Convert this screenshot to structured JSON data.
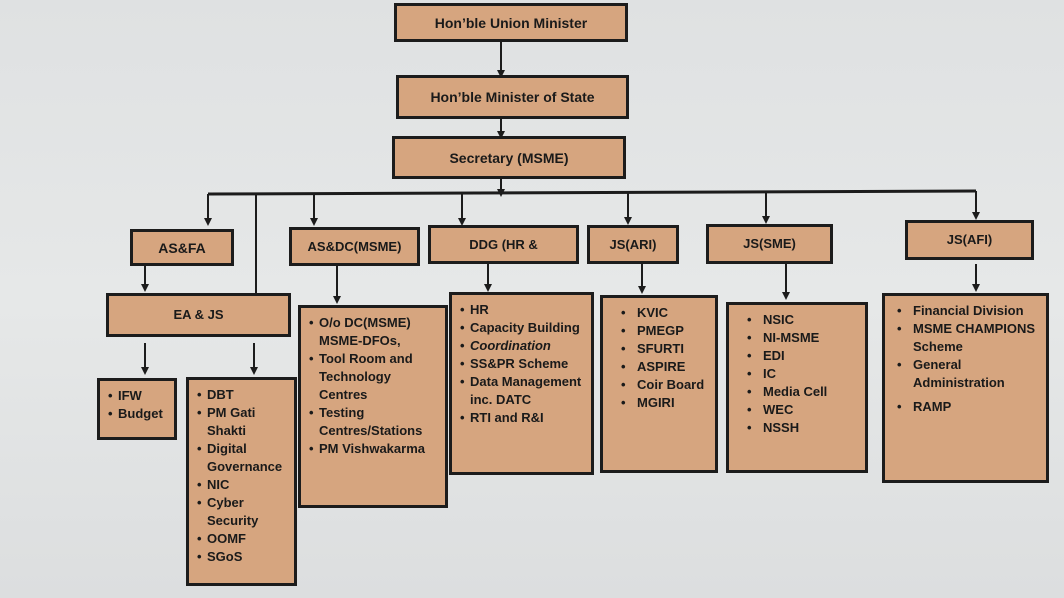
{
  "top": {
    "minister": "Hon’ble Union Minister",
    "mos": "Hon’ble Minister of State",
    "secretary": "Secretary (MSME)"
  },
  "divisions": {
    "asfa": "AS&FA",
    "ea_js": "EA & JS",
    "asdc": "AS&DC(MSME)",
    "ddg": "DDG (HR &",
    "js_ari": "JS(ARI)",
    "js_sme": "JS(SME)",
    "js_afi": "JS(AFI)"
  },
  "lists": {
    "ifw_budget": [
      "IFW",
      "Budget"
    ],
    "dbt": [
      "DBT",
      "PM Gati Shakti",
      "Digital Governance",
      "NIC",
      "Cyber Security",
      "OOMF",
      "SGoS"
    ],
    "asdc": [
      "O/o DC(MSME) MSME-DFOs,",
      "Tool Room and Technology Centres",
      "Testing Centres/Stations",
      "PM Vishwakarma"
    ],
    "ddg": [
      "HR",
      "Capacity Building",
      "Coordination",
      "SS&PR Scheme",
      "Data Management inc. DATC",
      "RTI and R&I"
    ],
    "js_ari": [
      "KVIC",
      "PMEGP",
      "SFURTI",
      "ASPIRE",
      "Coir Board",
      "MGIRI"
    ],
    "js_sme": [
      "NSIC",
      "NI-MSME",
      "EDI",
      "IC",
      "Media Cell",
      "WEC",
      "NSSH"
    ],
    "js_afi": [
      "Financial Division",
      "MSME CHAMPIONS Scheme",
      "General Administration",
      "RAMP"
    ]
  },
  "colors": {
    "box_fill": "#d6a57f",
    "box_border": "#1c1c1c",
    "connector": "#1c1c1c",
    "background": "#e2e4e4"
  }
}
